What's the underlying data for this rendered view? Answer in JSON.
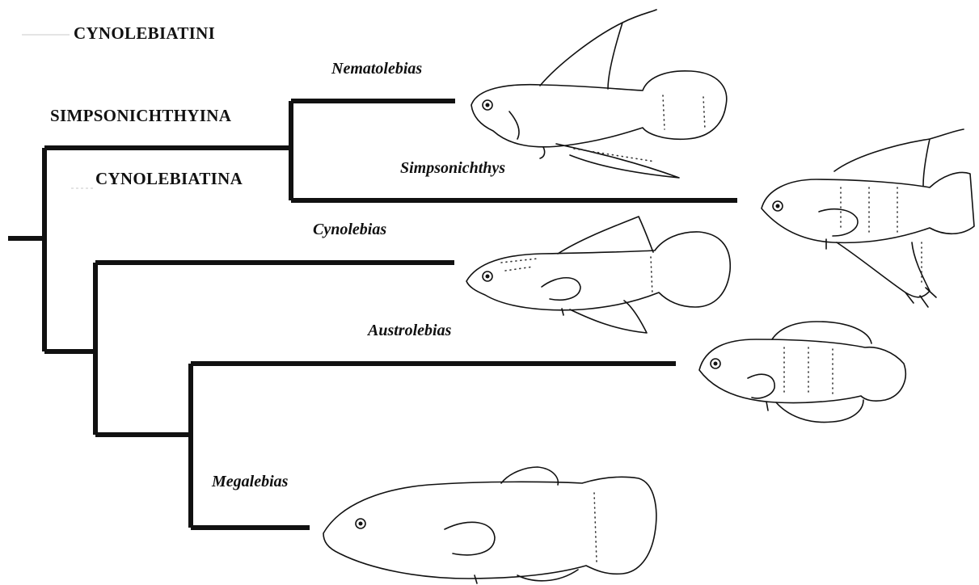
{
  "groups": {
    "tribe": "CYNOLEBIATINI",
    "subtribe_a": "SIMPSONICHTHYINA",
    "subtribe_b": "CYNOLEBIATINA"
  },
  "genera": {
    "nematolebias": "Nematolebias",
    "simpsonichthys": "Simpsonichthys",
    "cynolebias": "Cynolebias",
    "austrolebias": "Austrolebias",
    "megalebias": "Megalebias"
  },
  "style": {
    "line_color": "#111111",
    "background": "#ffffff"
  }
}
